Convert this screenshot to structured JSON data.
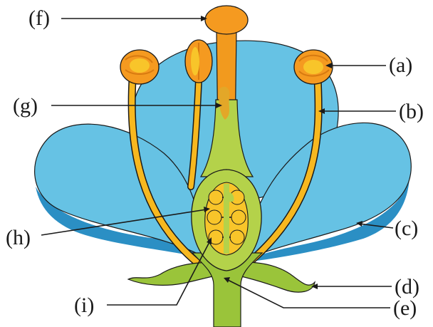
{
  "labels": {
    "a": "(a)",
    "b": "(b)",
    "c": "(c)",
    "d": "(d)",
    "e": "(e)",
    "f": "(f)",
    "g": "(g)",
    "h": "(h)",
    "i": "(i)"
  },
  "colors": {
    "petal": "#66c2e4",
    "petal_shadow": "#2b8fc4",
    "filament": "#f7b81f",
    "anther": "#f59a20",
    "anther_dark": "#d77a10",
    "pistil": "#b4d24a",
    "receptacle": "#9ac43a",
    "style": "#f29a1e",
    "ovule": "#f8c52a",
    "outline": "#1a1a1a"
  }
}
